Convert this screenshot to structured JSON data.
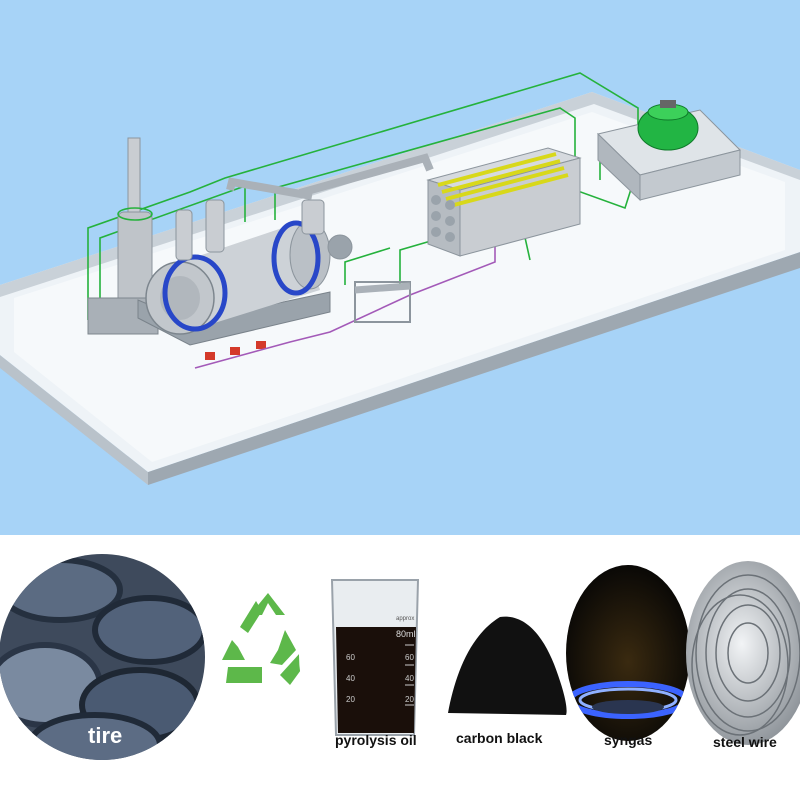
{
  "colors": {
    "sky": "#a7d3f7",
    "platform_top": "#ecf2f6",
    "platform_side": "#aeb7bf",
    "machinery": "#c9cdd2",
    "reactor_band": "#2847c8",
    "green_lines": "#25b23c",
    "condenser_tubes": "#d8d81a",
    "cooling_tower": "#22b544",
    "recycle_green": "#5db84a",
    "flame_blue": "#3b63ff"
  },
  "icons": {
    "tire": "tire-pile-icon",
    "recycle": "recycle-icon",
    "oil": "oil-beaker-icon",
    "carbon": "carbon-powder-icon",
    "gas": "gas-flame-icon",
    "wire": "steel-wire-coil-icon"
  },
  "products": {
    "tire_label": "tire",
    "pyrolysis_oil_label": "pyrolysis oil",
    "carbon_black_label": "carbon black",
    "syngas_label": "syngas",
    "steel_wire_label": "steel wire"
  },
  "beaker": {
    "volume_mark": "80ml",
    "brand": "approx",
    "ticks": [
      "60",
      "40",
      "20",
      "60",
      "40",
      "20"
    ]
  }
}
